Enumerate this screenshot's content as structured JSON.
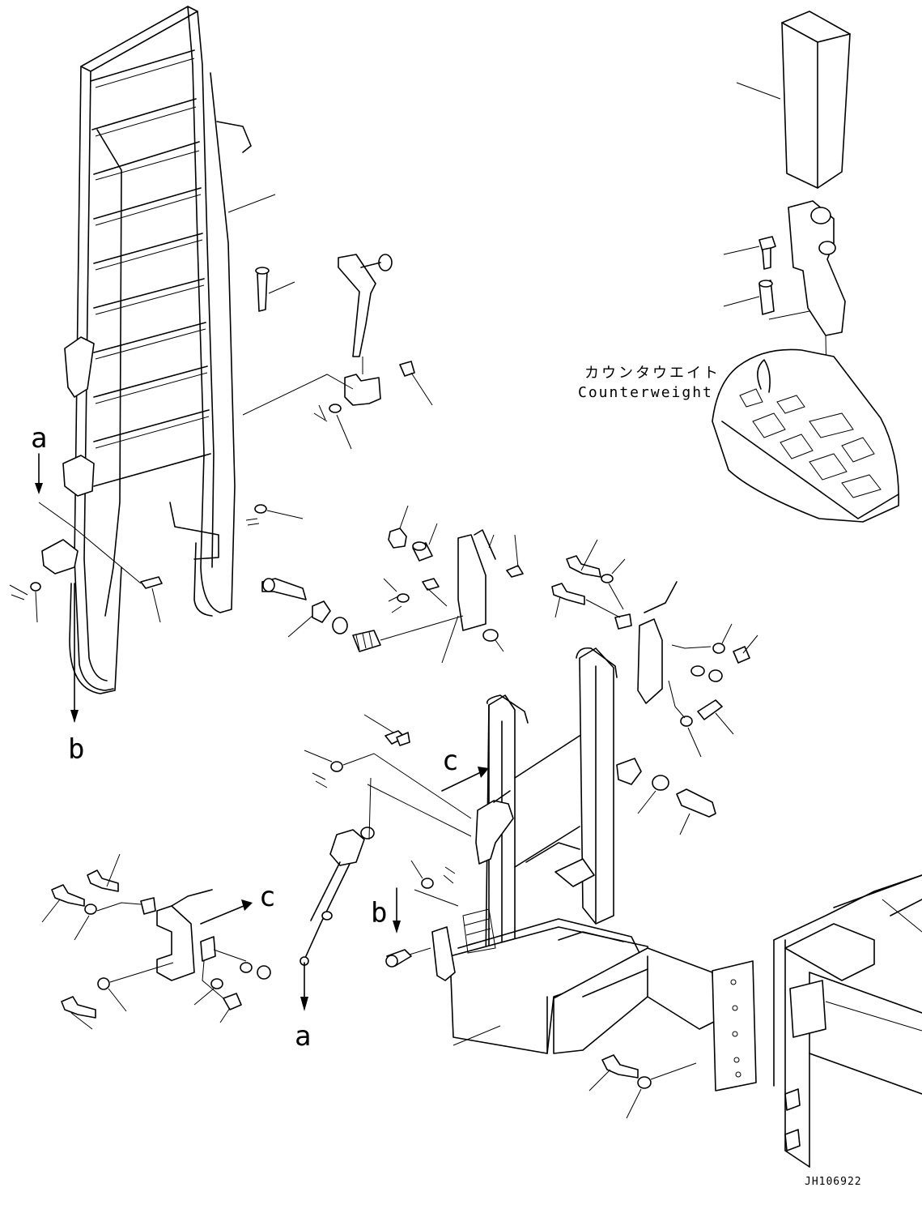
{
  "callouts": {
    "a_top": "a",
    "a_bottom": "a",
    "b_left": "b",
    "b_mid": "b",
    "c_mid": "c",
    "c_left": "c"
  },
  "counterweight": {
    "label_jp": "カウンタウエイト",
    "label_en": "Counterweight"
  },
  "drawing_code": "JH106922"
}
